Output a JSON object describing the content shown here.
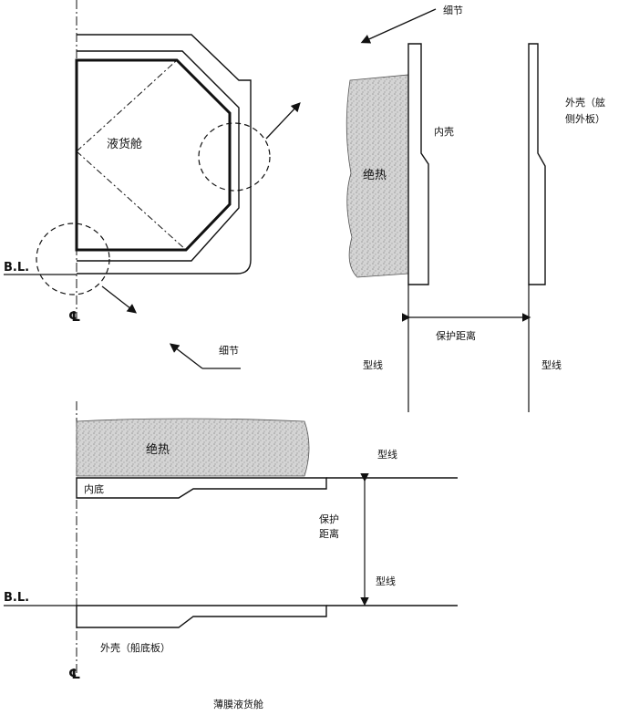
{
  "labels": {
    "detail_top": "细节",
    "detail_mid": "细节",
    "tank_name": "液货舱",
    "inner_shell": "内壳",
    "outer_shell_line1": "外壳（舷",
    "outer_shell_line2": "侧外板）",
    "insulation_right": "绝热",
    "protective_distance_right": "保护距离",
    "moulded_line_left": "型线",
    "moulded_line_right": "型线",
    "bl_top": "B.L.",
    "centerline_top": "℄",
    "insulation_bottom": "绝热",
    "moulded_line_bottom_top": "型线",
    "inner_bottom": "内底",
    "protective_distance_line1": "保护",
    "protective_distance_line2": "距离",
    "moulded_line_bottom_mid": "型线",
    "bl_bottom": "B.L.",
    "outer_bottom": "外壳（船底板）",
    "centerline_bottom": "℄",
    "caption": "薄膜液货舱"
  },
  "colors": {
    "line": "#111111",
    "insulation_fill": "#d4d4d4",
    "insulation_speckle": "#9a9a9a"
  }
}
